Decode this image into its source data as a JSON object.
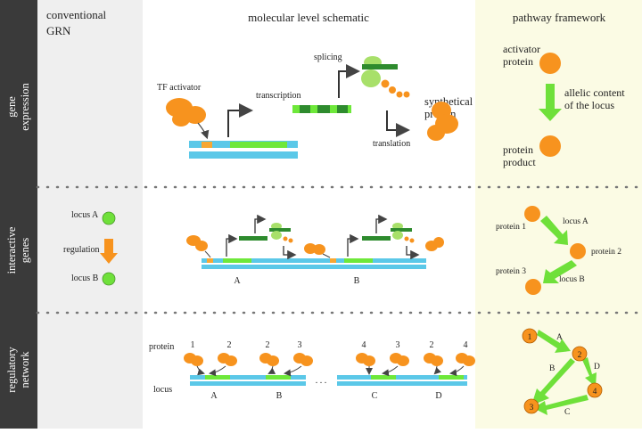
{
  "columns": {
    "conventional": "conventional\nGRN",
    "molecular": "molecular level schematic",
    "pathway": "pathway framework"
  },
  "rows": {
    "gene_expression": [
      "gene",
      "expression"
    ],
    "interactive_genes": [
      "interactive",
      "genes"
    ],
    "regulatory_network": [
      "regulatory",
      "network"
    ]
  },
  "gene_expression": {
    "tf_activator": "TF activator",
    "transcription": "transcription",
    "splicing": "splicing",
    "synthetical_protein": [
      "synthetical",
      "protein"
    ],
    "translation": "translation",
    "activator_protein": [
      "activator",
      "protein"
    ],
    "allelic_content": [
      "allelic content",
      "of the locus"
    ],
    "protein_product": [
      "protein",
      "product"
    ]
  },
  "interactive_genes": {
    "locus_a": "locus A",
    "regulation": "regulation",
    "locus_b": "locus B",
    "mol_label_a": "A",
    "mol_label_b": "B",
    "protein_1": "protein 1",
    "protein_2": "protein 2",
    "protein_3": "protein 3",
    "path_locus_a": "locus A",
    "path_locus_b": "locus B"
  },
  "regulatory_network": {
    "protein": "protein",
    "locus": "locus",
    "protein_numbers": [
      "1",
      "2",
      "2",
      "3",
      "4",
      "3",
      "2",
      "4"
    ],
    "locus_letters": [
      "A",
      "B",
      "C",
      "D"
    ],
    "ellipsis": ". . .",
    "nodes": [
      "1",
      "2",
      "3",
      "4"
    ],
    "edges": [
      "A",
      "B",
      "C",
      "D"
    ]
  },
  "colors": {
    "row_label_bg": "#3a3a3a",
    "conventional_bg": "#efefef",
    "pathway_bg": "#fbfbe4",
    "orange": "#f7931e",
    "orange_dark": "#e07b10",
    "light_green": "#6ee83a",
    "dark_green": "#2e8b2e",
    "pale_green": "#a8e06a",
    "blue": "#5bc8e8",
    "green_node": "#6fe03a"
  }
}
